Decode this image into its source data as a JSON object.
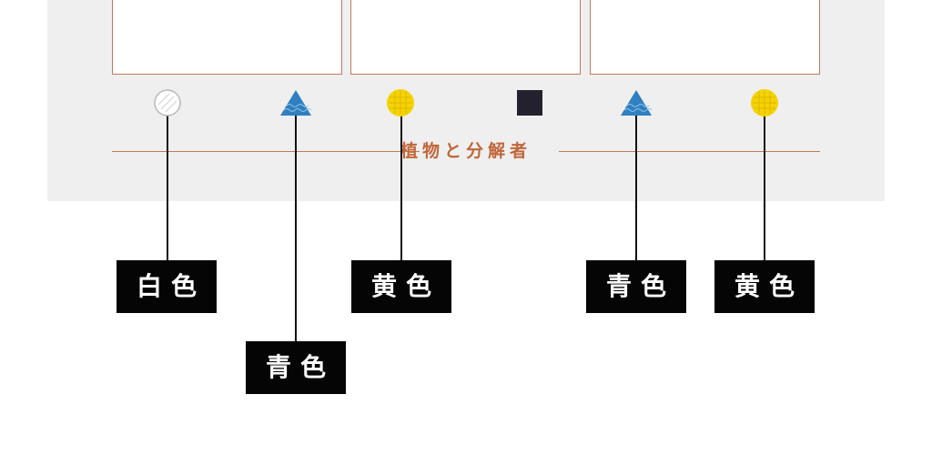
{
  "section": {
    "title": "植物と分解者"
  },
  "markers": [
    {
      "shape": "white-circle-icon",
      "color": "#ffffff",
      "label": "白色"
    },
    {
      "shape": "blue-triangle-icon",
      "color": "#2f7fc1",
      "label": "青色"
    },
    {
      "shape": "yellow-circle-icon",
      "color": "#f3d400",
      "label": "黄色"
    },
    {
      "shape": "black-square-icon",
      "color": "#22212d",
      "label": ""
    },
    {
      "shape": "blue-triangle-icon",
      "color": "#2f7fc1",
      "label": "青色"
    },
    {
      "shape": "yellow-circle-icon",
      "color": "#f3d400",
      "label": "黄色"
    }
  ],
  "colors": {
    "accent": "#c0663a",
    "panel": "#efefef",
    "label_bg": "#050505"
  }
}
